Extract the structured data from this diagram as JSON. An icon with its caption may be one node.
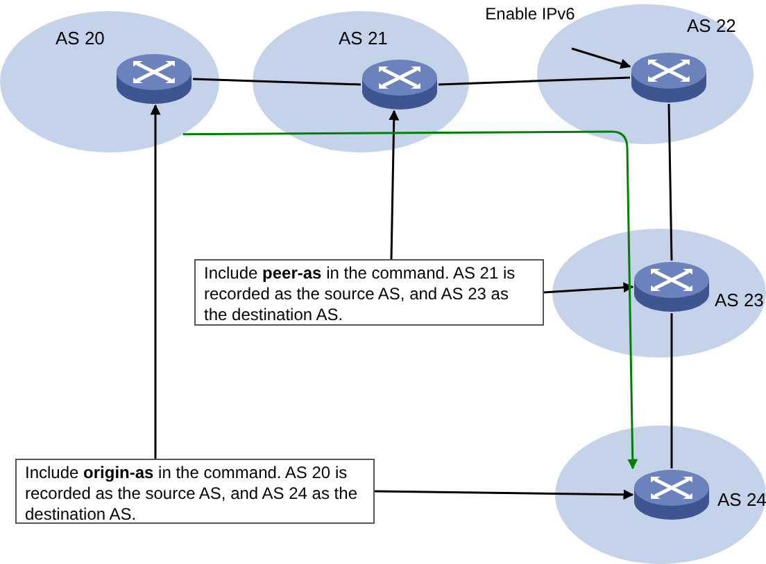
{
  "diagram": {
    "nodes": [
      {
        "text": [
          "AS 20"
        ]
      },
      {
        "text": [],
        "shape": "router",
        "in": 0
      },
      {
        "text": [
          "AS 21"
        ]
      },
      {
        "text": [],
        "shape": "router",
        "in": 2
      },
      {
        "text": [
          "AS 22"
        ]
      },
      {
        "text": [],
        "shape": "router",
        "in": 4
      },
      {
        "text": [
          "AS 23"
        ]
      },
      {
        "text": [],
        "shape": "router",
        "in": 6
      },
      {
        "text": [
          "AS 24"
        ]
      },
      {
        "text": [],
        "shape": "router",
        "in": 8
      },
      {
        "text": [
          "Enable IPv6"
        ]
      },
      {
        "text": [
          "Include **peer-as** in the command. AS 21 is recorded as the source AS, and AS 23 as the destination AS."
        ]
      },
      {
        "text": [
          "Include **origin-as** in the command. AS 20 is recorded as the source AS, and AS 24 as the destination AS."
        ]
      }
    ],
    "edges": [
      {
        "from": 1,
        "to": 3,
        "arrow": "none"
      },
      {
        "from": 3,
        "to": 5,
        "arrow": "none"
      },
      {
        "from": 5,
        "to": 7,
        "arrow": "none"
      },
      {
        "from": 7,
        "to": 9,
        "arrow": "none"
      },
      {
        "from": 10,
        "to": 5,
        "arrow": "to"
      },
      {
        "from": 11,
        "to": 3,
        "arrow": "to"
      },
      {
        "from": 11,
        "to": 7,
        "arrow": "to"
      },
      {
        "from": 12,
        "to": 1,
        "arrow": "to"
      },
      {
        "from": 12,
        "to": 9,
        "arrow": "to"
      },
      {
        "from": 0,
        "to": 9,
        "arrow": "to",
        "color": "#008000"
      }
    ]
  }
}
